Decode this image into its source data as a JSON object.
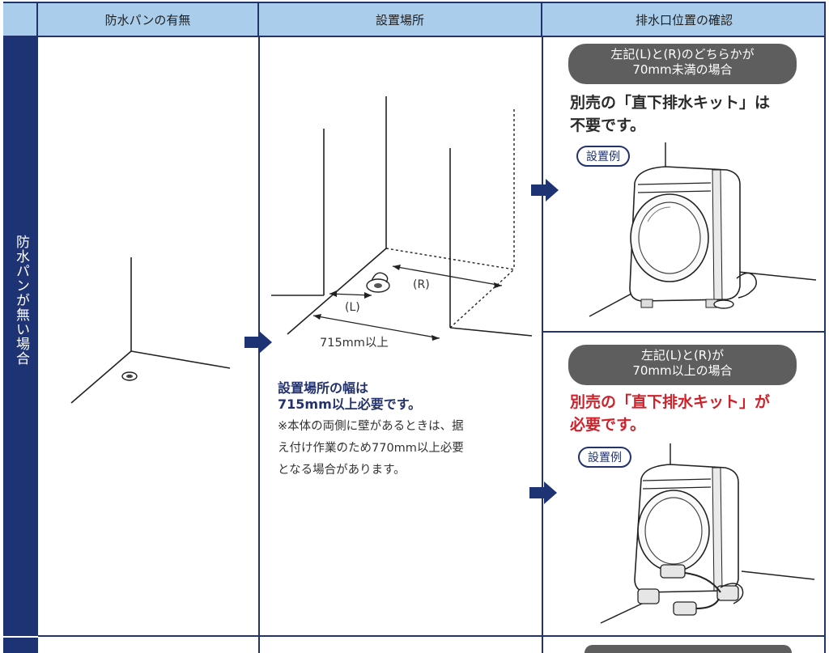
{
  "header": {
    "col1": "防水パンの有無",
    "col2": "設置場所",
    "col3": "排水口位置の確認"
  },
  "row_label": "防水パンが無い場合",
  "placement": {
    "dim_R": "(R)",
    "dim_L": "(L)",
    "width_label": "715mm以上",
    "requirement_title_1": "設置場所の幅は",
    "requirement_title_2": "715mm以上必要です。",
    "note_lines": [
      "※本体の両側に壁があるときは、据",
      "え付け作業のため770mm以上必要",
      "となる場合があります。"
    ]
  },
  "case_under": {
    "pill_line1": "左記(L)と(R)のどちらかが",
    "pill_line2": "70mm未満の場合",
    "message_line1": "別売の「直下排水キット」は",
    "message_line2": "不要です。",
    "badge": "設置例"
  },
  "case_over": {
    "pill_line1": "左記(L)と(R)が",
    "pill_line2": "70mm以上の場合",
    "message_line1": "別売の「直下排水キット」が",
    "message_line2": "必要です。",
    "badge": "設置例"
  },
  "colors": {
    "navy": "#1e3373",
    "header_bg": "#a9cdea",
    "pill_bg": "#5e5e5e",
    "alert_red": "#d0202a",
    "text_blue": "#23326b"
  }
}
